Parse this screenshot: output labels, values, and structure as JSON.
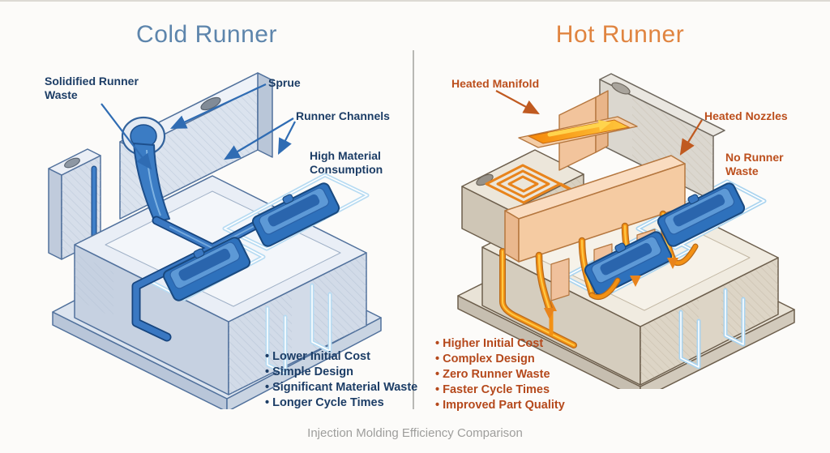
{
  "page": {
    "caption": "Injection Molding Efficiency Comparison"
  },
  "cold": {
    "title": "Cold Runner",
    "labels": {
      "solidified_runner_waste": "Solidified Runner Waste",
      "sprue": "Sprue",
      "runner_channels": "Runner Channels",
      "high_material_consumption": "High Material Consumption"
    },
    "bullets": [
      "Lower Initial Cost",
      "Simple Design",
      "Significant Material Waste",
      "Longer Cycle Times"
    ]
  },
  "hot": {
    "title": "Hot Runner",
    "labels": {
      "heated_manifold": "Heated Manifold",
      "heated_nozzles": "Heated Nozzles",
      "no_runner_waste": "No Runner Waste"
    },
    "bullets": [
      "Higher Initial Cost",
      "Complex Design",
      "Zero Runner Waste",
      "Faster Cycle Times",
      "Improved Part Quality"
    ]
  },
  "colors": {
    "cold_accent": "#5d85ac",
    "hot_accent": "#e08440",
    "cold_text": "#1c3d66",
    "hot_text": "#bc4f1d",
    "cold_plastic_blue": "#2e71bc",
    "cooling_channel_blue": "#b7dbf2",
    "hot_molten_orange": "#f39114",
    "manifold_peach": "#f5cba2",
    "caption_gray": "#9e9e9c",
    "background": "#fcfbf9"
  }
}
